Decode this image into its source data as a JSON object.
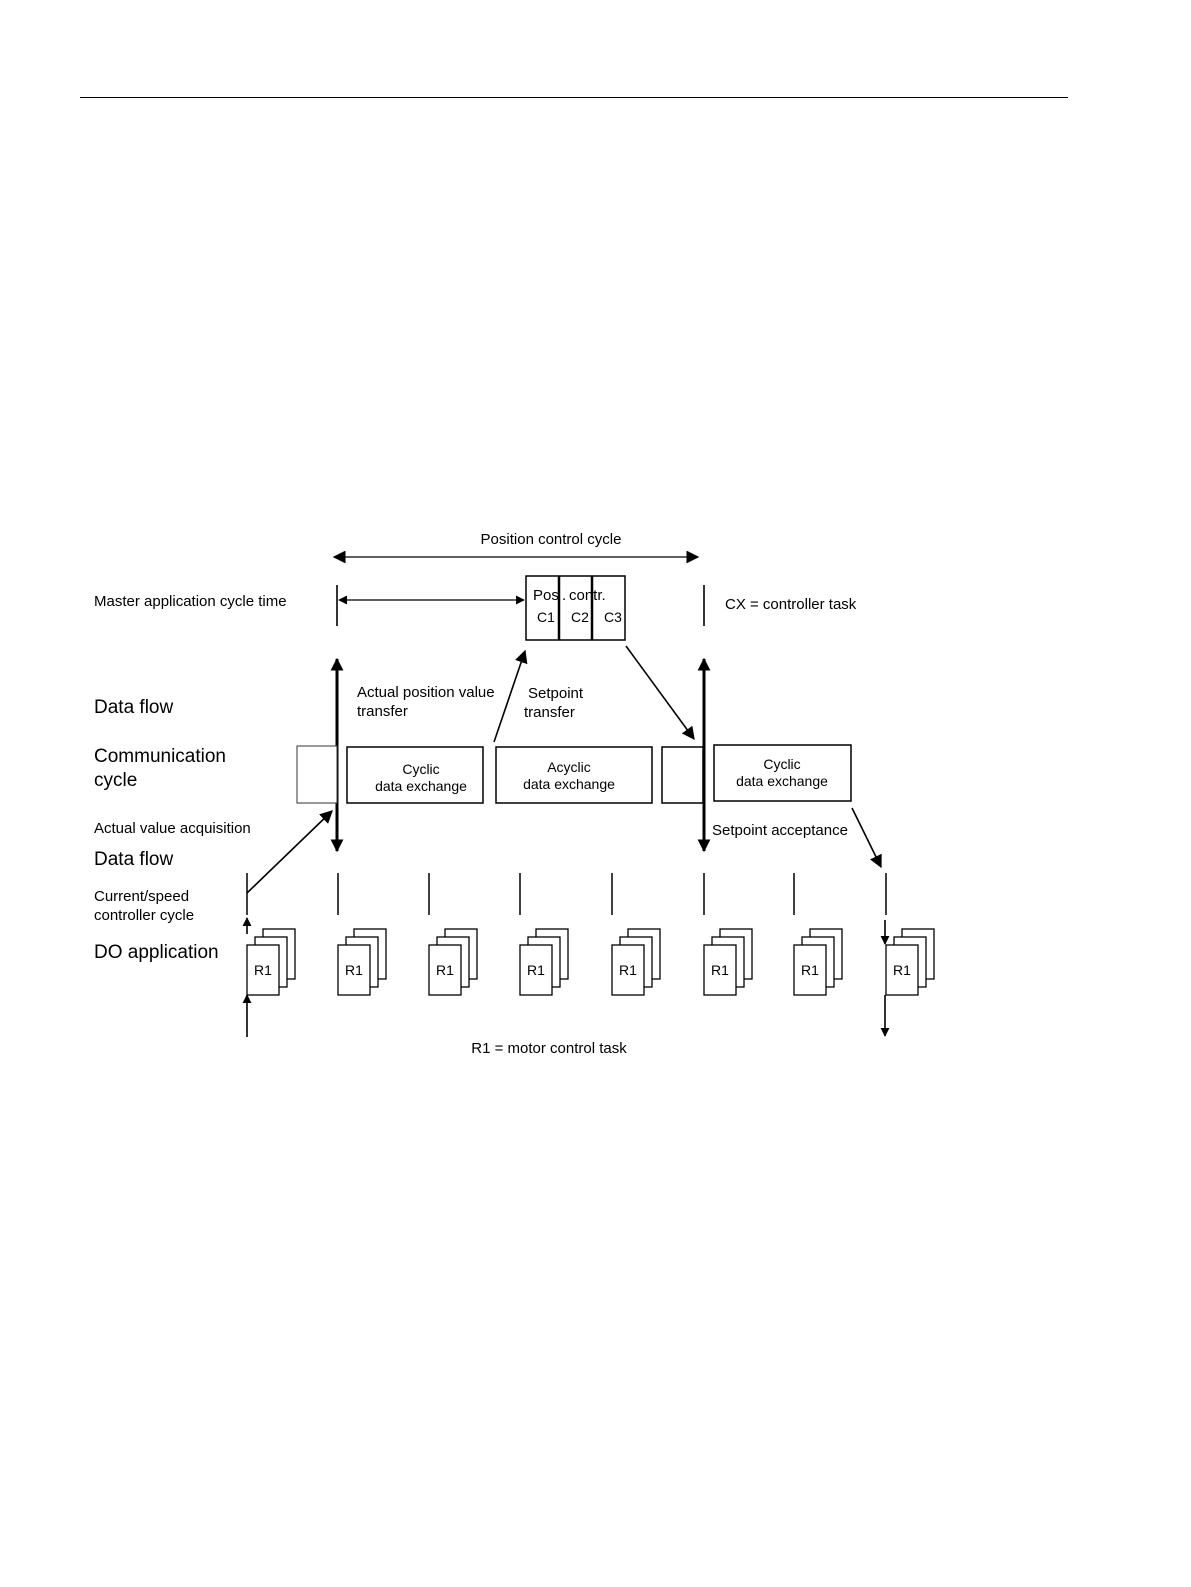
{
  "labels": {
    "position_control_cycle": "Position control cycle",
    "master_cycle_time": "Master application cycle time",
    "cx_legend": "CX = controller task",
    "data_flow_top": "Data flow",
    "communication_cycle_1": "Communication",
    "communication_cycle_2": "cycle",
    "actual_value_acquisition": "Actual value acquisition",
    "data_flow_bottom": "Data flow",
    "current_speed_1": "Current/speed",
    "current_speed_2": "controller cycle",
    "do_application": "DO application",
    "r1_legend": "R1 = motor control task",
    "actual_position_1": "Actual position value",
    "actual_position_2": "transfer",
    "setpoint_transfer_1": "Setpoint",
    "setpoint_transfer_2": "transfer",
    "setpoint_acceptance": "Setpoint acceptance"
  },
  "pos_controller": {
    "title_left": "Pos",
    "title_right": "contr.",
    "tasks": [
      "C1",
      "C2",
      "C3"
    ]
  },
  "comm_boxes": [
    {
      "line1": "Cyclic",
      "line2": "data exchange"
    },
    {
      "line1": "Acyclic",
      "line2": "data exchange"
    },
    {
      "line1": "Cyclic",
      "line2": "data exchange"
    }
  ],
  "do_tasks": [
    "R1",
    "R1",
    "R1",
    "R1",
    "R1",
    "R1",
    "R1",
    "R1"
  ]
}
